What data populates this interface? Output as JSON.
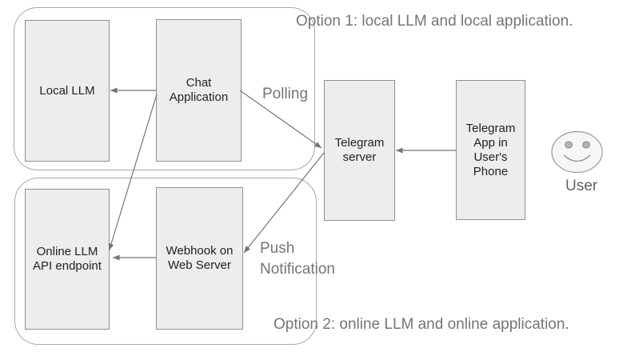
{
  "titles": {
    "option1": "Option 1: local LLM and local application.",
    "option2": "Option 2: online LLM and online application."
  },
  "edge_labels": {
    "polling": "Polling",
    "push_notification": "Push\nNotification"
  },
  "nodes": {
    "local_llm": "Local LLM",
    "chat_application": "Chat\nApplication",
    "online_llm_api": "Online LLM\nAPI endpoint",
    "webhook": "Webhook on\nWeb Server",
    "telegram_server": "Telegram\nserver",
    "telegram_app": "Telegram\nApp in\nUser's\nPhone"
  },
  "user": {
    "label": "User"
  },
  "edges": [
    {
      "from": "chat_application",
      "to": "local_llm",
      "label": ""
    },
    {
      "from": "chat_application",
      "to": "telegram_server",
      "label": "Polling"
    },
    {
      "from": "telegram_server",
      "to": "webhook",
      "label": "Push Notification"
    },
    {
      "from": "chat_application",
      "to": "online_llm_api",
      "label": ""
    },
    {
      "from": "webhook",
      "to": "online_llm_api",
      "label": ""
    },
    {
      "from": "telegram_app",
      "to": "telegram_server",
      "label": ""
    }
  ],
  "colors": {
    "background": "#ffffff",
    "node_fill": "#ededed",
    "node_border": "#8f8f8f",
    "group_border": "#a9a9a9",
    "arrow": "#757575",
    "label_text": "#757575",
    "node_text": "#212121",
    "smiley_fill": "#f6f6f6"
  }
}
